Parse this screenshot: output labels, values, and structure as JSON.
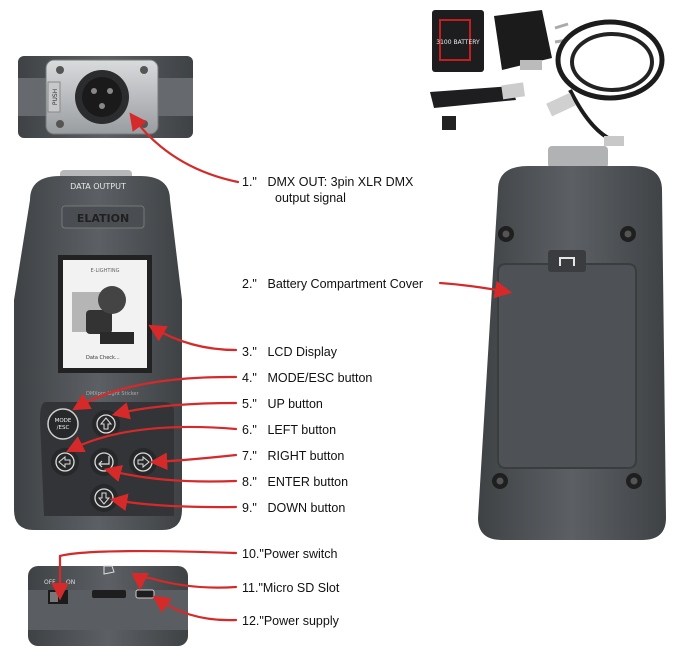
{
  "device": {
    "data_output_label": "DATA OUTPUT",
    "brand": "ELATION",
    "screen_title": "E-LIGHTING",
    "screen_status": "Data Check...",
    "model_caption": "DMXpro Light Sticker",
    "mode_button": "MODE\n/ESC",
    "switch_off": "OFF",
    "switch_on": "ON",
    "xlr_push": "PUSH",
    "battery_label": "3100 BATTERY"
  },
  "callouts": [
    {
      "num": "1.\"",
      "text": "DMX OUT: 3pin XLR DMX",
      "text2": "output signal"
    },
    {
      "num": "2.\"",
      "text": "Battery Compartment Cover"
    },
    {
      "num": "3.\"",
      "text": "LCD Display"
    },
    {
      "num": "4.\"",
      "text": "MODE/ESC button"
    },
    {
      "num": "5.\"",
      "text": "UP button"
    },
    {
      "num": "6.\"",
      "text": "LEFT button"
    },
    {
      "num": "7.\"",
      "text": "RIGHT button"
    },
    {
      "num": "8.\"",
      "text": "ENTER button"
    },
    {
      "num": "9.\"",
      "text": "DOWN button"
    },
    {
      "num": "10.\"",
      "text": "Power switch"
    },
    {
      "num": "11.\"",
      "text": "Micro SD Slot"
    },
    {
      "num": "12.\"",
      "text": "Power supply"
    }
  ],
  "colors": {
    "arrow": "#d62a2a",
    "device_body": "#55585c",
    "device_dark": "#3a3c3f",
    "button": "#2a2b2d"
  }
}
